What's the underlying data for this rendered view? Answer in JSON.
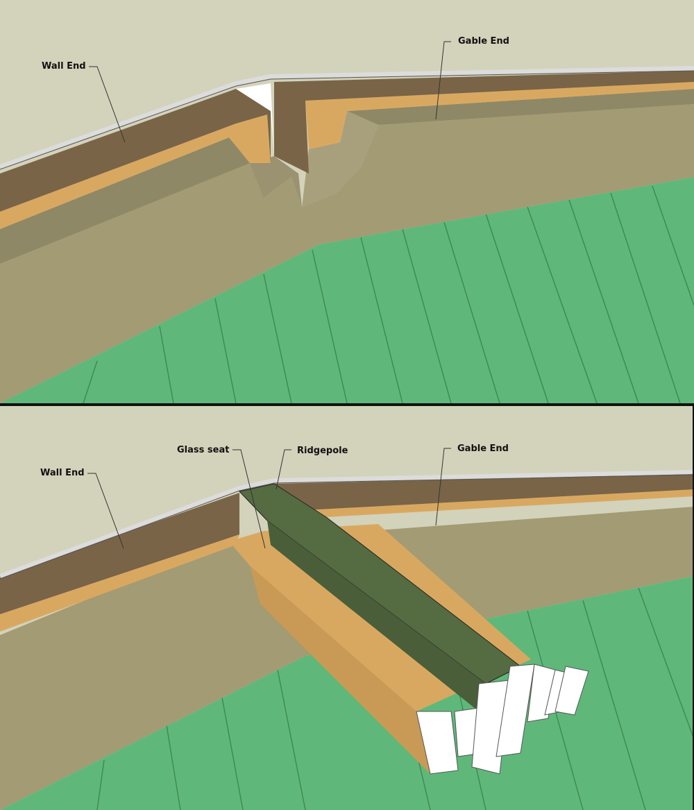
{
  "panels": [
    {
      "labels": {
        "wall_end": "Wall End",
        "gable_end": "Gable End"
      }
    },
    {
      "labels": {
        "wall_end": "Wall End",
        "glass_seat": "Glass seat",
        "ridgepole": "Ridgepole",
        "gable_end": "Gable End"
      }
    }
  ],
  "colors": {
    "background": "#d3d2bb",
    "wall_green": "#5fb87a",
    "beam_wood": "#a39b74",
    "fascia_brown": "#7a6447",
    "osb": "#d9a860",
    "ridgepole": "#556b42",
    "roof_edge": "#dcdcdc"
  }
}
